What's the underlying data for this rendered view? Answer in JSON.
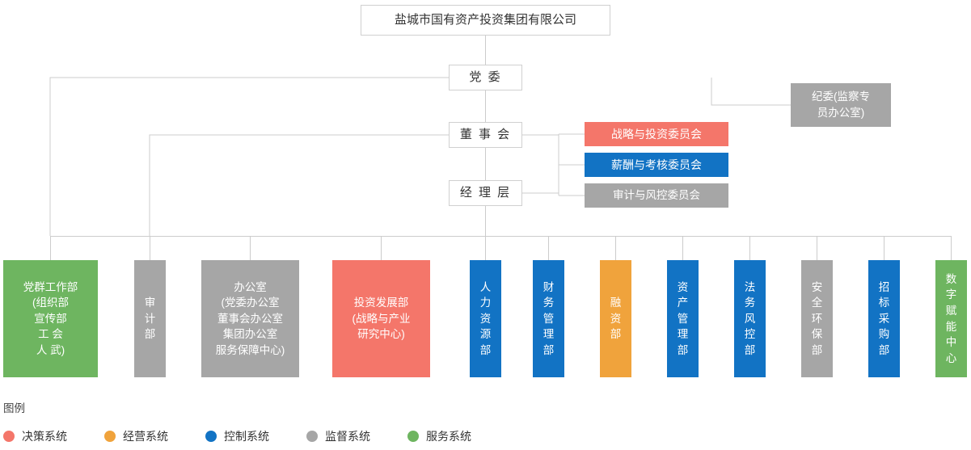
{
  "chart_data": {
    "type": "diagram",
    "title": "盐城市国有资产投资集团有限公司 组织架构图",
    "root": {
      "label": "盐城市国有资产投资集团有限公司"
    },
    "governance": [
      {
        "key": "party",
        "label": "党 委"
      },
      {
        "key": "board",
        "label": "董 事 会"
      },
      {
        "key": "management",
        "label": "经 理 层"
      }
    ],
    "committees": [
      {
        "key": "strategy",
        "label": "战略与投资委员会",
        "color": "#f4766a"
      },
      {
        "key": "compensation",
        "label": "薪酬与考核委员会",
        "color": "#1273c4"
      },
      {
        "key": "audit-risk",
        "label": "审计与风控委员会",
        "color": "#a6a6a6"
      }
    ],
    "supervision": {
      "key": "discipline",
      "label": "纪委(监察专\n员办公室)",
      "color": "#a6a6a6"
    },
    "departments": [
      {
        "key": "party-affairs",
        "label": "党群工作部\n(组织部\n宣传部\n工 会\n人 武)",
        "color": "#6eb560"
      },
      {
        "key": "audit",
        "label": "审\n计\n部",
        "color": "#a6a6a6"
      },
      {
        "key": "office",
        "label": "办公室\n(党委办公室\n董事会办公室\n集团办公室\n服务保障中心)",
        "color": "#a6a6a6"
      },
      {
        "key": "investment",
        "label": "投资发展部\n(战略与产业\n研究中心)",
        "color": "#f4766a"
      },
      {
        "key": "hr",
        "label": "人\n力\n资\n源\n部",
        "color": "#1273c4"
      },
      {
        "key": "finance",
        "label": "财\n务\n管\n理\n部",
        "color": "#1273c4"
      },
      {
        "key": "financing",
        "label": "融\n资\n部",
        "color": "#f0a33c"
      },
      {
        "key": "asset",
        "label": "资\n产\n管\n理\n部",
        "color": "#1273c4"
      },
      {
        "key": "legal",
        "label": "法\n务\n风\n控\n部",
        "color": "#1273c4"
      },
      {
        "key": "safety",
        "label": "安\n全\n环\n保\n部",
        "color": "#a6a6a6"
      },
      {
        "key": "procurement",
        "label": "招\n标\n采\n购\n部",
        "color": "#1273c4"
      },
      {
        "key": "digital",
        "label": "数\n字\n赋\n能\n中\n心",
        "color": "#6eb560"
      }
    ],
    "legend": {
      "title": "图例",
      "items": [
        {
          "key": "decision",
          "label": "决策系统",
          "color": "#f4766a"
        },
        {
          "key": "operation",
          "label": "经营系统",
          "color": "#f0a33c"
        },
        {
          "key": "control",
          "label": "控制系统",
          "color": "#1273c4"
        },
        {
          "key": "supervision",
          "label": "监督系统",
          "color": "#a6a6a6"
        },
        {
          "key": "service",
          "label": "服务系统",
          "color": "#6eb560"
        }
      ]
    },
    "line_color": "#cccccc"
  }
}
